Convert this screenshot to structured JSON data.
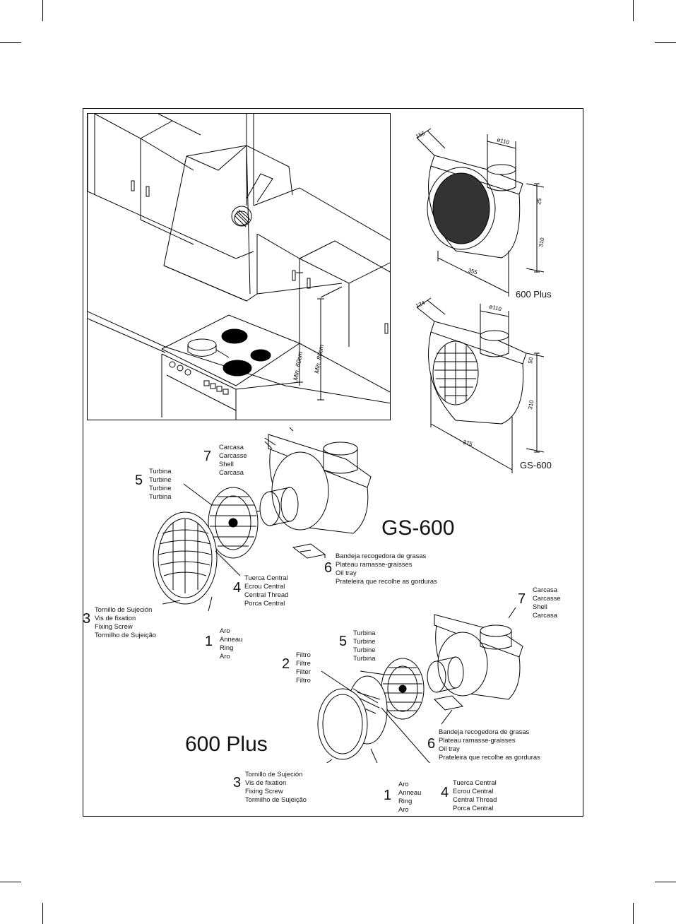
{
  "models": {
    "gs600": "GS-600",
    "plus600": "600 Plus"
  },
  "scene": {
    "min60": "Min. 60cm",
    "min80": "Min. 80cm"
  },
  "dims_plus": {
    "depth": "156",
    "diameter": "ø110",
    "top": "25",
    "height": "310",
    "width": "355",
    "caption": "600 Plus"
  },
  "dims_gs": {
    "depth": "124",
    "diameter": "ø110",
    "top": "50",
    "height": "310",
    "width": "375",
    "caption": "GS-600"
  },
  "gs600_labels": {
    "carcasa": {
      "num": "7",
      "lines": [
        "Carcasa",
        "Carcasse",
        "Shell",
        "Carcasa"
      ]
    },
    "turbina": {
      "num": "5",
      "lines": [
        "Turbina",
        "Turbine",
        "Turbine",
        "Turbina"
      ]
    },
    "bandeja": {
      "num": "6",
      "lines": [
        "Bandeja recogedora de grasas",
        "Plateau ramasse-graisses",
        "Oil tray",
        "Prateleira que recolhe as gorduras"
      ]
    },
    "tuerca": {
      "num": "4",
      "lines": [
        "Tuerca Central",
        "Ecrou Central",
        "Central Thread",
        "Porca Central"
      ]
    },
    "tornillo": {
      "num": "3",
      "lines": [
        "Tornillo de Sujeción",
        "Vis de fixation",
        "Fixing Screw",
        "Tormilho de Sujeição"
      ]
    },
    "aro": {
      "num": "1",
      "lines": [
        "Aro",
        "Anneau",
        "Ring",
        "Aro"
      ]
    }
  },
  "plus_labels": {
    "carcasa": {
      "num": "7",
      "lines": [
        "Carcasa",
        "Carcasse",
        "Shell",
        "Carcasa"
      ]
    },
    "turbina": {
      "num": "5",
      "lines": [
        "Turbina",
        "Turbine",
        "Turbine",
        "Turbina"
      ]
    },
    "filtro": {
      "num": "2",
      "lines": [
        "Filtro",
        "Filtre",
        "Filter",
        "Filtro"
      ]
    },
    "bandeja": {
      "num": "6",
      "lines": [
        "Bandeja recogedora de grasas",
        "Plateau ramasse-graisses",
        "Oil tray",
        "Prateleira que recolhe as gorduras"
      ]
    },
    "tornillo": {
      "num": "3",
      "lines": [
        "Tornillo de Sujeción",
        "Vis de fixation",
        "Fixing Screw",
        "Tormilho de Sujeição"
      ]
    },
    "aro": {
      "num": "1",
      "lines": [
        "Aro",
        "Anneau",
        "Ring",
        "Aro"
      ]
    },
    "tuerca": {
      "num": "4",
      "lines": [
        "Tuerca Central",
        "Ecrou Central",
        "Central Thread",
        "Porca Central"
      ]
    }
  }
}
